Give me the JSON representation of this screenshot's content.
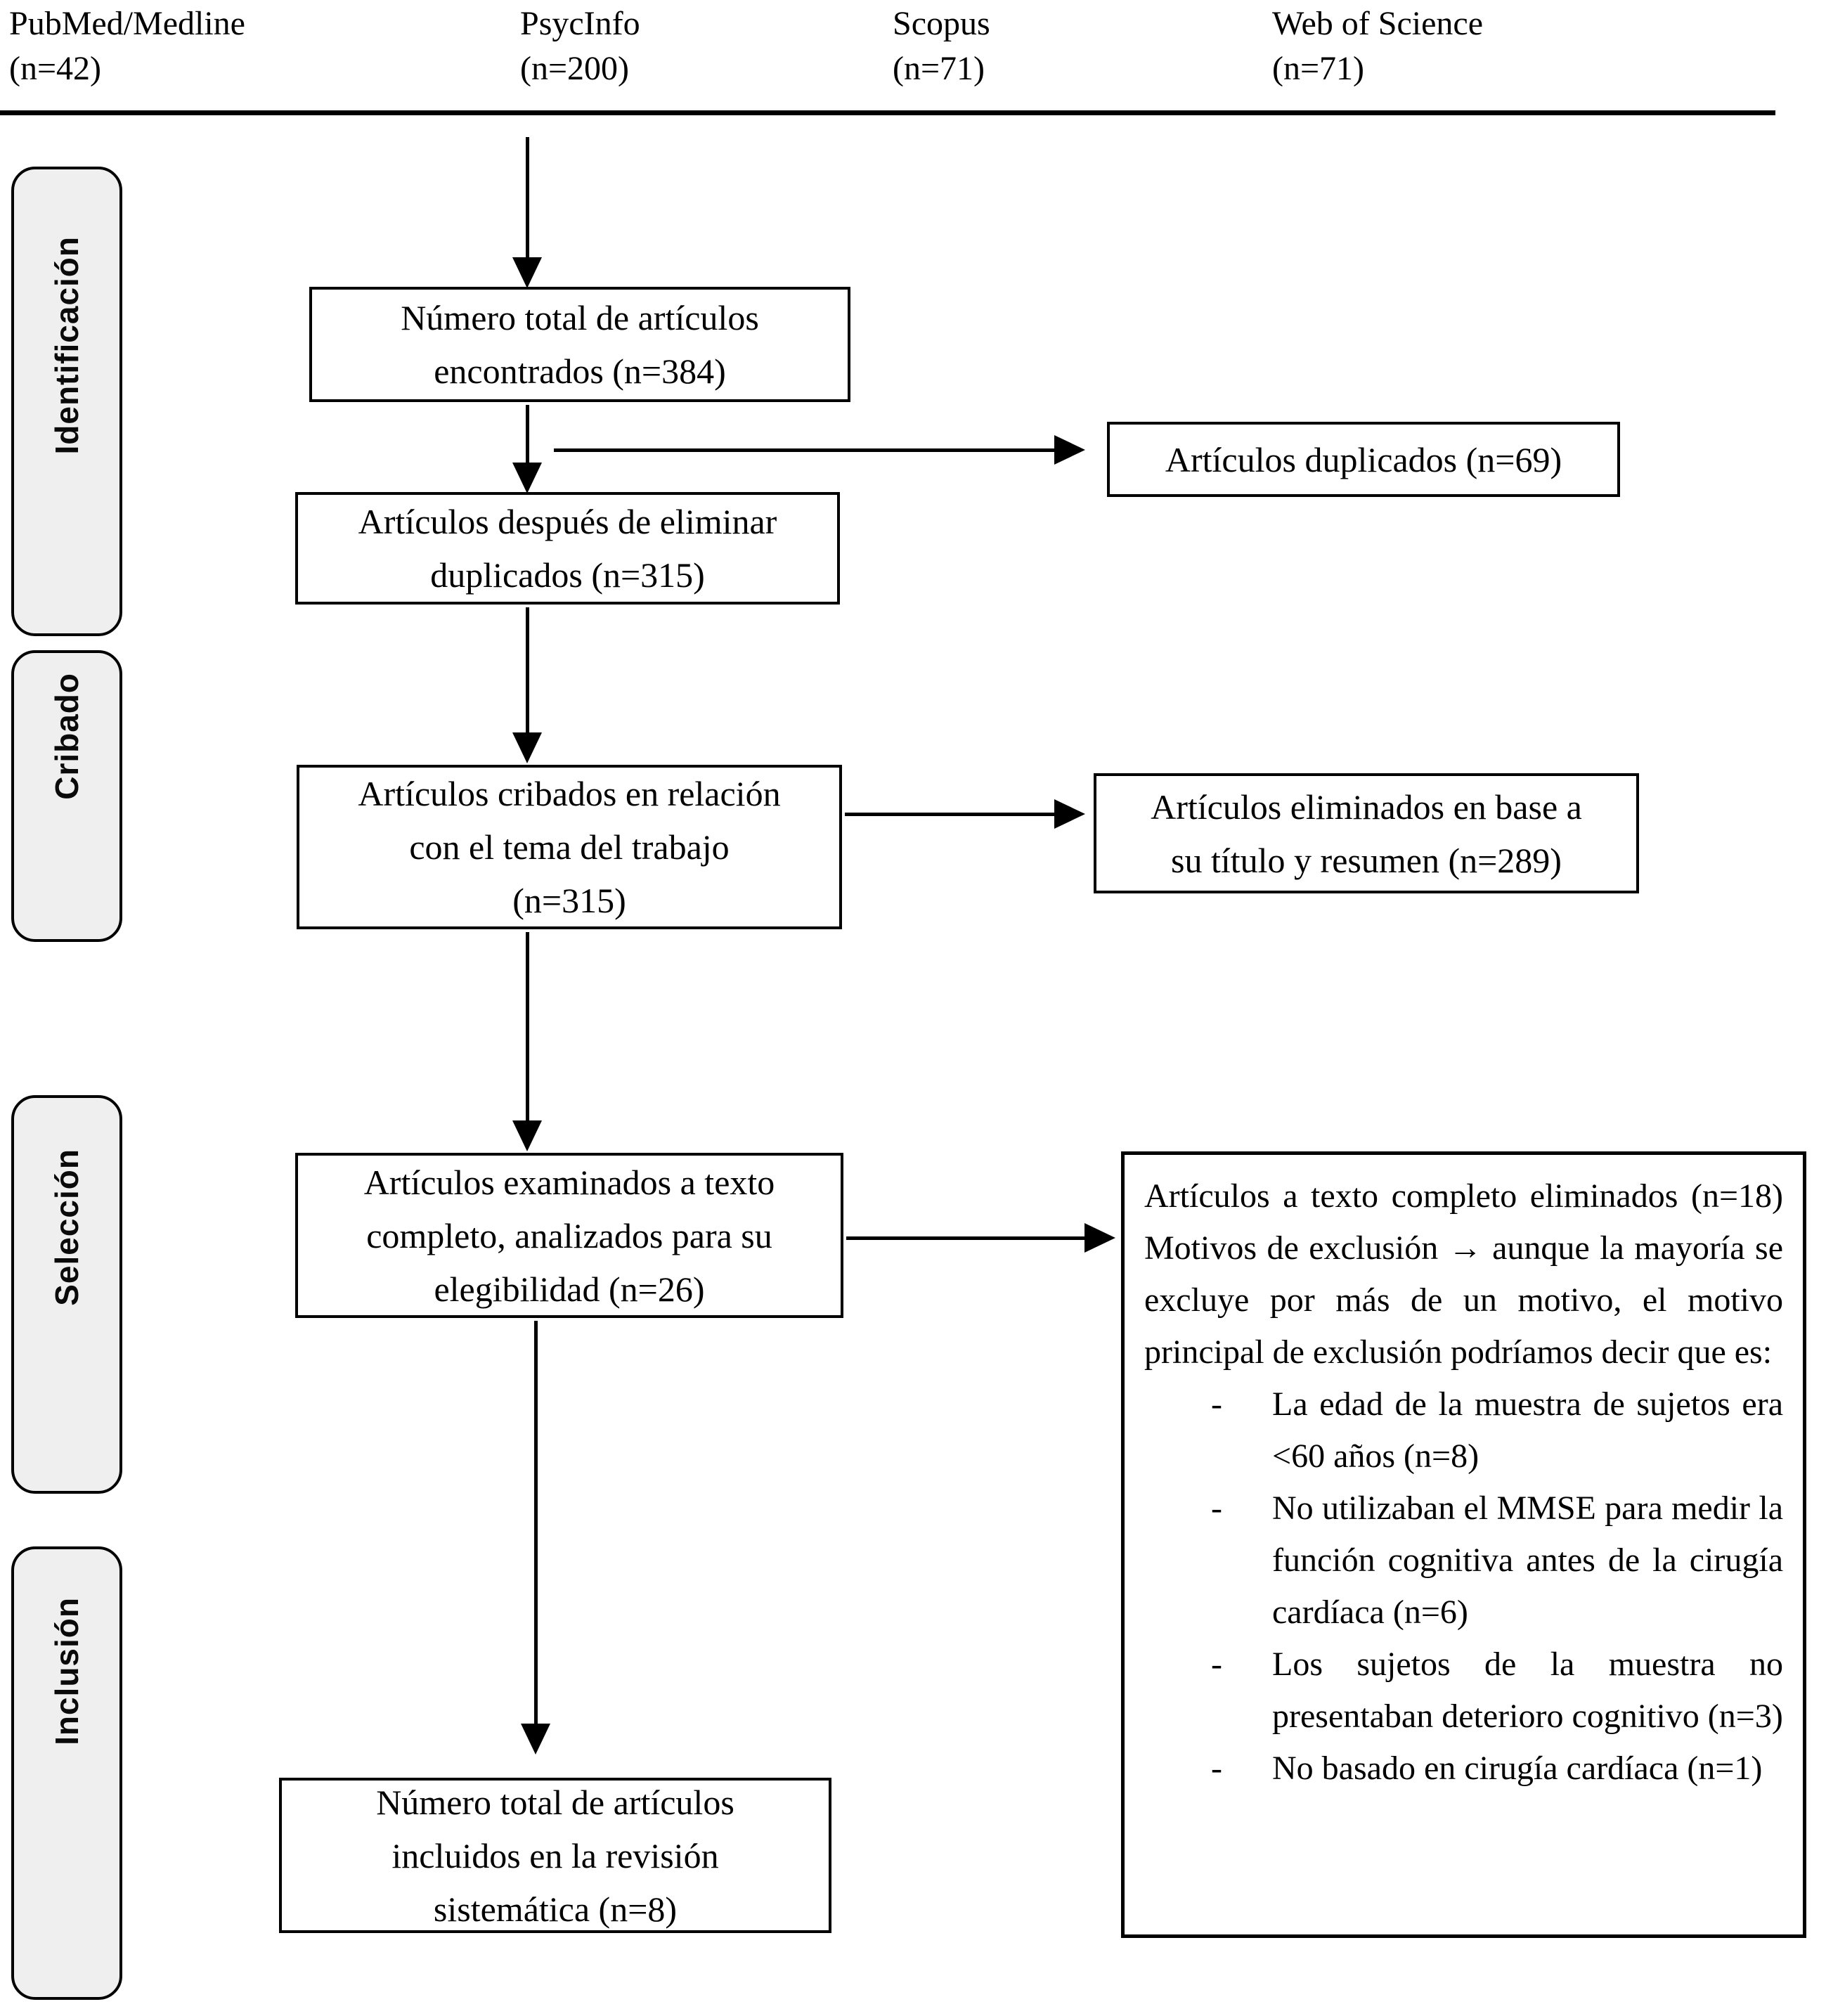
{
  "header": {
    "sources": [
      {
        "name": "PubMed/Medline",
        "count": "(n=42)"
      },
      {
        "name": "PsycInfo",
        "count": "(n=200)"
      },
      {
        "name": "Scopus",
        "count": "(n=71)"
      },
      {
        "name": "Web of Science",
        "count": "(n=71)"
      }
    ]
  },
  "sidebar": {
    "stages": [
      {
        "label": "Identificación"
      },
      {
        "label": "Cribado"
      },
      {
        "label": "Selección"
      },
      {
        "label": "Inclusión"
      }
    ]
  },
  "flow": {
    "total_found": "Número total de artículos\nencontrados (n=384)",
    "duplicates": "Artículos duplicados (n=69)",
    "after_duplicates": "Artículos después de eliminar\nduplicados (n=315)",
    "screened": "Artículos cribados en relación\ncon el tema del trabajo\n(n=315)",
    "excluded_title_abstract": "Artículos eliminados en base a\nsu título y resumen (n=289)",
    "fulltext_assessed": "Artículos examinados a texto\ncompleto, analizados para su\nelegibilidad (n=26)",
    "included": "Número total de artículos\nincluidos en la revisión\nsistemática (n=8)"
  },
  "exclusion_box": {
    "intro": "Artículos a texto completo eliminados (n=18) Motivos de exclusión → aunque la mayoría se excluye por más de un motivo, el motivo principal de exclusión podríamos decir que es:",
    "bullet_marker": "-",
    "bullets": [
      "La edad de la muestra de sujetos era <60 años (n=8)",
      "No utilizaban el MMSE para medir la función cognitiva antes de la cirugía cardíaca (n=6)",
      "Los sujetos de la muestra no presentaban deterioro cognitivo (n=3)",
      "No basado en cirugía cardíaca (n=1)"
    ]
  },
  "colors": {
    "background": "#ffffff",
    "line": "#000000",
    "stage_fill": "#efefef"
  }
}
